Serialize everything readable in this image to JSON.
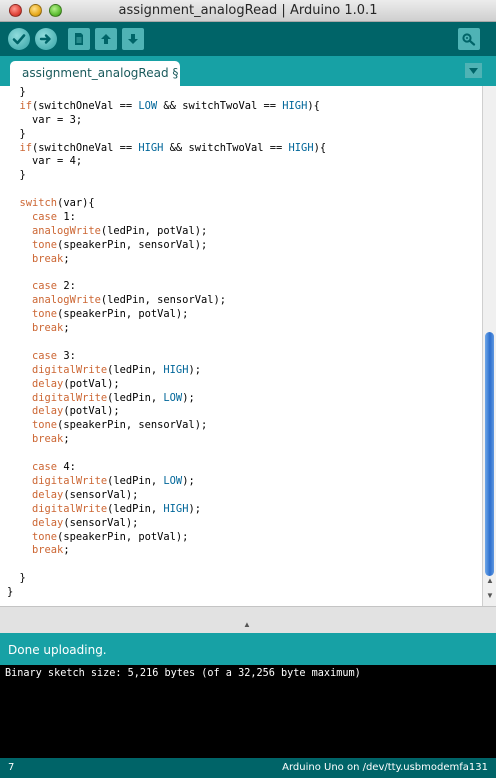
{
  "window": {
    "title": "assignment_analogRead | Arduino 1.0.1"
  },
  "toolbar": {
    "buttons": [
      "verify-icon",
      "upload-icon",
      "new-icon",
      "open-icon",
      "save-icon"
    ],
    "right_button": "serial-monitor-icon"
  },
  "tab": {
    "label": "assignment_analogRead §"
  },
  "colors": {
    "toolbar": "#006468",
    "tabbar": "#17a1a5",
    "keyword": "#cc6633",
    "constant": "#006699"
  },
  "code": [
    {
      "indent": "  ",
      "tokens": [
        [
          "}",
          ""
        ]
      ]
    },
    {
      "indent": "  ",
      "tokens": [
        [
          "if",
          "fn"
        ],
        [
          "(switchOneVal == ",
          ""
        ],
        [
          "LOW",
          "const"
        ],
        [
          " && switchTwoVal == ",
          ""
        ],
        [
          "HIGH",
          "const"
        ],
        [
          "){",
          ""
        ]
      ]
    },
    {
      "indent": "    ",
      "tokens": [
        [
          "var = 3;",
          ""
        ]
      ]
    },
    {
      "indent": "  ",
      "tokens": [
        [
          "}",
          ""
        ]
      ]
    },
    {
      "indent": "  ",
      "tokens": [
        [
          "if",
          "fn"
        ],
        [
          "(switchOneVal == ",
          ""
        ],
        [
          "HIGH",
          "const"
        ],
        [
          " && switchTwoVal == ",
          ""
        ],
        [
          "HIGH",
          "const"
        ],
        [
          "){",
          ""
        ]
      ]
    },
    {
      "indent": "    ",
      "tokens": [
        [
          "var = 4;",
          ""
        ]
      ]
    },
    {
      "indent": "  ",
      "tokens": [
        [
          "}",
          ""
        ]
      ]
    },
    {
      "indent": "",
      "tokens": []
    },
    {
      "indent": "  ",
      "tokens": [
        [
          "switch",
          "fn"
        ],
        [
          "(var){",
          ""
        ]
      ]
    },
    {
      "indent": "    ",
      "tokens": [
        [
          "case",
          "kw"
        ],
        [
          " 1:",
          ""
        ]
      ]
    },
    {
      "indent": "    ",
      "tokens": [
        [
          "analogWrite",
          "fn"
        ],
        [
          "(ledPin, potVal);",
          ""
        ]
      ]
    },
    {
      "indent": "    ",
      "tokens": [
        [
          "tone",
          "fn"
        ],
        [
          "(speakerPin, sensorVal);",
          ""
        ]
      ]
    },
    {
      "indent": "    ",
      "tokens": [
        [
          "break",
          "kw"
        ],
        [
          ";",
          ""
        ]
      ]
    },
    {
      "indent": "",
      "tokens": []
    },
    {
      "indent": "    ",
      "tokens": [
        [
          "case",
          "kw"
        ],
        [
          " 2:",
          ""
        ]
      ]
    },
    {
      "indent": "    ",
      "tokens": [
        [
          "analogWrite",
          "fn"
        ],
        [
          "(ledPin, sensorVal);",
          ""
        ]
      ]
    },
    {
      "indent": "    ",
      "tokens": [
        [
          "tone",
          "fn"
        ],
        [
          "(speakerPin, potVal);",
          ""
        ]
      ]
    },
    {
      "indent": "    ",
      "tokens": [
        [
          "break",
          "kw"
        ],
        [
          ";",
          ""
        ]
      ]
    },
    {
      "indent": "",
      "tokens": []
    },
    {
      "indent": "    ",
      "tokens": [
        [
          "case",
          "kw"
        ],
        [
          " 3:",
          ""
        ]
      ]
    },
    {
      "indent": "    ",
      "tokens": [
        [
          "digitalWrite",
          "fn"
        ],
        [
          "(ledPin, ",
          ""
        ],
        [
          "HIGH",
          "const"
        ],
        [
          ");",
          ""
        ]
      ]
    },
    {
      "indent": "    ",
      "tokens": [
        [
          "delay",
          "fn"
        ],
        [
          "(potVal);",
          ""
        ]
      ]
    },
    {
      "indent": "    ",
      "tokens": [
        [
          "digitalWrite",
          "fn"
        ],
        [
          "(ledPin, ",
          ""
        ],
        [
          "LOW",
          "const"
        ],
        [
          ");",
          ""
        ]
      ]
    },
    {
      "indent": "    ",
      "tokens": [
        [
          "delay",
          "fn"
        ],
        [
          "(potVal);",
          ""
        ]
      ]
    },
    {
      "indent": "    ",
      "tokens": [
        [
          "tone",
          "fn"
        ],
        [
          "(speakerPin, sensorVal);",
          ""
        ]
      ]
    },
    {
      "indent": "    ",
      "tokens": [
        [
          "break",
          "kw"
        ],
        [
          ";",
          ""
        ]
      ]
    },
    {
      "indent": "",
      "tokens": []
    },
    {
      "indent": "    ",
      "tokens": [
        [
          "case",
          "kw"
        ],
        [
          " 4:",
          ""
        ]
      ]
    },
    {
      "indent": "    ",
      "tokens": [
        [
          "digitalWrite",
          "fn"
        ],
        [
          "(ledPin, ",
          ""
        ],
        [
          "LOW",
          "const"
        ],
        [
          ");",
          ""
        ]
      ]
    },
    {
      "indent": "    ",
      "tokens": [
        [
          "delay",
          "fn"
        ],
        [
          "(sensorVal);",
          ""
        ]
      ]
    },
    {
      "indent": "    ",
      "tokens": [
        [
          "digitalWrite",
          "fn"
        ],
        [
          "(ledPin, ",
          ""
        ],
        [
          "HIGH",
          "const"
        ],
        [
          ");",
          ""
        ]
      ]
    },
    {
      "indent": "    ",
      "tokens": [
        [
          "delay",
          "fn"
        ],
        [
          "(sensorVal);",
          ""
        ]
      ]
    },
    {
      "indent": "    ",
      "tokens": [
        [
          "tone",
          "fn"
        ],
        [
          "(speakerPin, potVal);",
          ""
        ]
      ]
    },
    {
      "indent": "    ",
      "tokens": [
        [
          "break",
          "kw"
        ],
        [
          ";",
          ""
        ]
      ]
    },
    {
      "indent": "",
      "tokens": []
    },
    {
      "indent": "  ",
      "tokens": [
        [
          "}",
          ""
        ]
      ]
    },
    {
      "indent": "",
      "tokens": [
        [
          "}",
          ""
        ]
      ]
    }
  ],
  "status": {
    "message": "Done uploading."
  },
  "console": {
    "text": "Binary sketch size: 5,216 bytes (of a 32,256 byte maximum)"
  },
  "footer": {
    "line_number": "7",
    "board": "Arduino Uno on /dev/tty.usbmodemfa131"
  }
}
